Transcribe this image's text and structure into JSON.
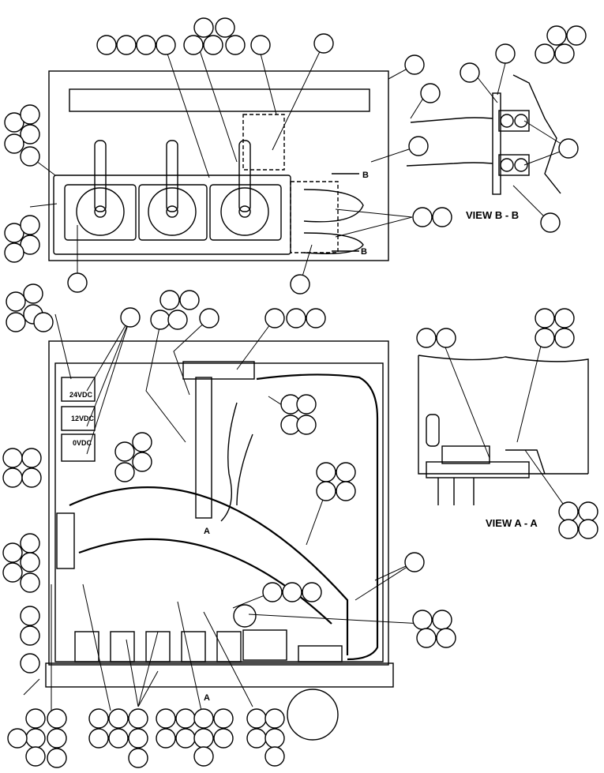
{
  "views": {
    "view_b_label": "VIEW  B - B",
    "view_a_label": "VIEW  A - A"
  },
  "section_marks": {
    "b_top": "B",
    "b_bottom": "B",
    "a_top": "A",
    "a_bottom": "A"
  },
  "voltage_labels": [
    "24VDC",
    "12VDC",
    "0VDC"
  ],
  "colors": {
    "line": "#000000",
    "background": "#ffffff"
  }
}
